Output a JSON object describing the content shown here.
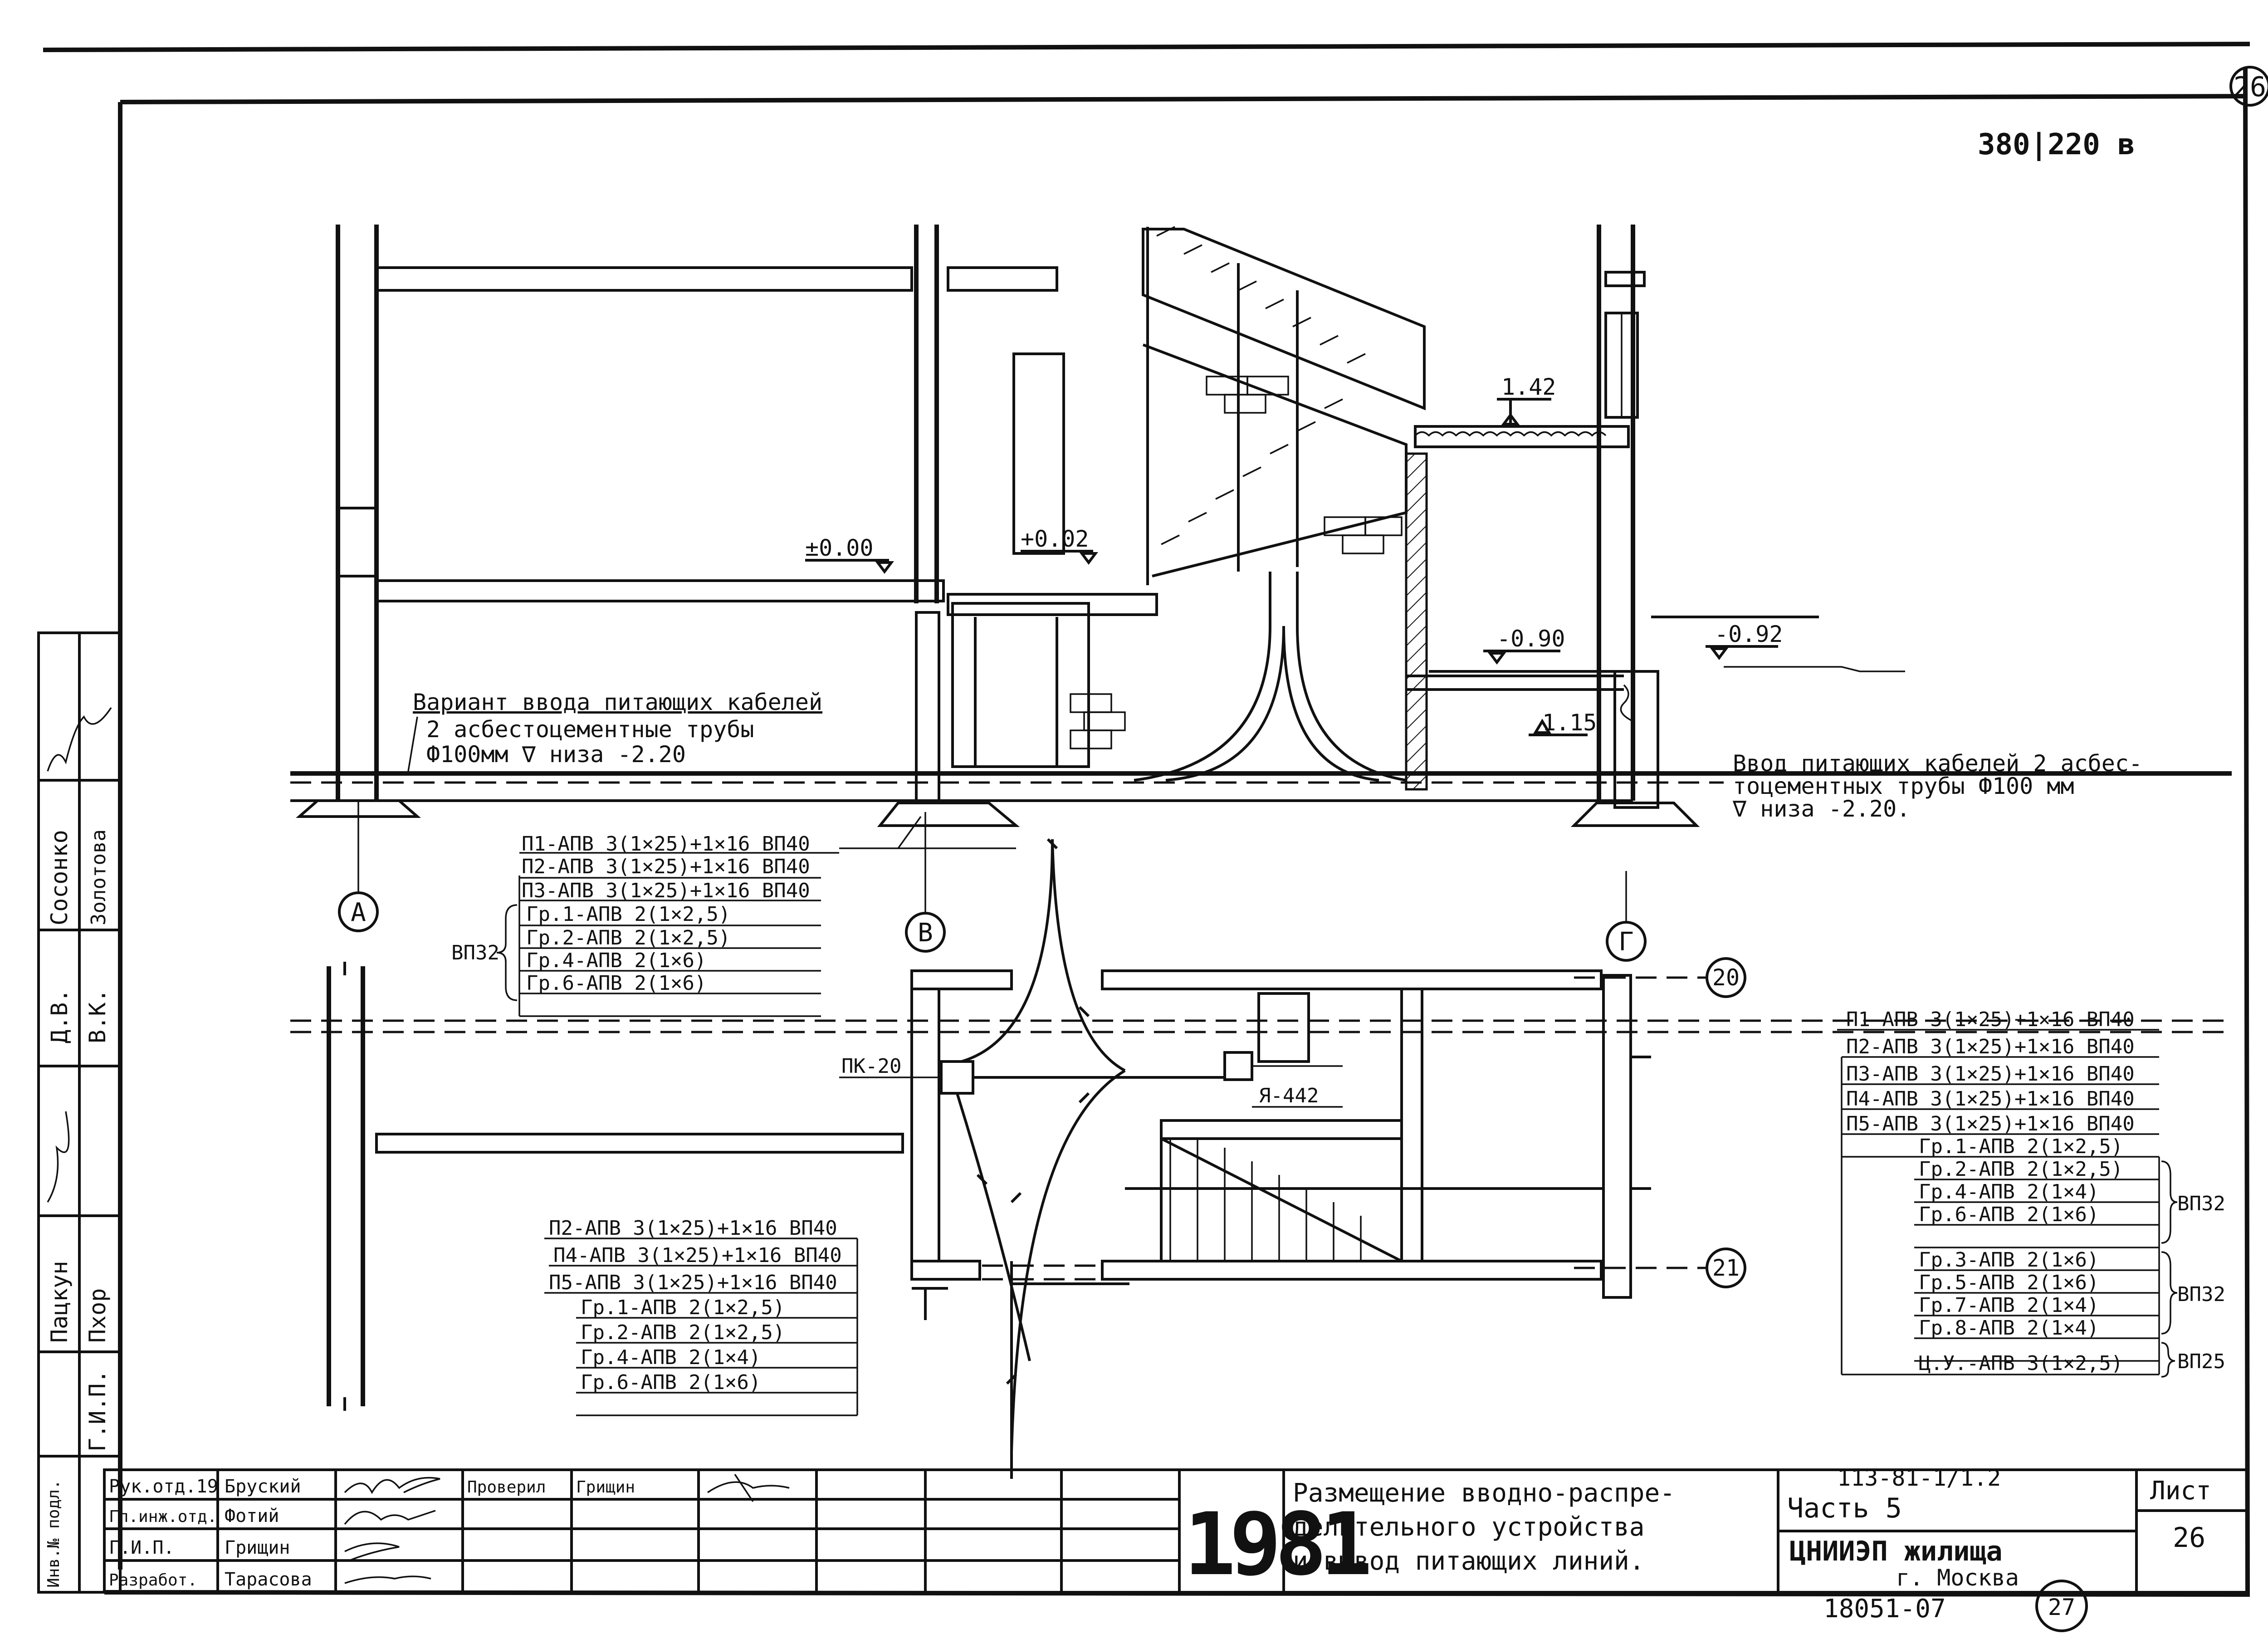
{
  "sheet_circle_number": "26",
  "voltage": "380|220 в",
  "levels": {
    "l000": "±0.00",
    "l002": "+0.02",
    "l142": "1.42",
    "l090": "-0.90",
    "l092": "-0.92",
    "l115": "1.15"
  },
  "axes": {
    "a": "А",
    "v": "В",
    "g": "Г",
    "n20": "20",
    "n21": "21"
  },
  "variant_note": [
    "Вариант ввода питающих кабелей",
    "2 асбестоцементные трубы",
    "Ф100мм ∇ низа -2.20"
  ],
  "input_note": [
    "Ввод питающих кабелей 2 асбес-",
    "тоцементных трубы Ф100 мм",
    "∇ низа -2.20."
  ],
  "section_cables": [
    "П1-АПВ 3(1×25)+1×16 ВП40",
    "П2-АПВ 3(1×25)+1×16 ВП40",
    "П3-АПВ 3(1×25)+1×16 ВП40"
  ],
  "section_groups": [
    "Гр.1-АПВ 2(1×2,5)",
    "Гр.2-АПВ 2(1×2,5)",
    "Гр.4-АПВ 2(1×6)",
    "Гр.6-АПВ 2(1×6)"
  ],
  "section_group_tag": "ВП32",
  "plan_left_cables": [
    "П2-АПВ 3(1×25)+1×16 ВП40",
    "П4-АПВ 3(1×25)+1×16 ВП40",
    "П5-АПВ 3(1×25)+1×16 ВП40"
  ],
  "plan_left_groups": [
    "Гр.1-АПВ 2(1×2,5)",
    "Гр.2-АПВ 2(1×2,5)",
    "Гр.4-АПВ 2(1×4)",
    "Гр.6-АПВ 2(1×6)"
  ],
  "plan_right_cables": [
    "П1-АПВ 3(1×25)+1×16 ВП40",
    "П2-АПВ 3(1×25)+1×16 ВП40",
    "П3-АПВ 3(1×25)+1×16 ВП40",
    "П4-АПВ 3(1×25)+1×16 ВП40",
    "П5-АПВ 3(1×25)+1×16 ВП40"
  ],
  "plan_right_groups_a": [
    "Гр.1-АПВ 2(1×2,5)",
    "Гр.2-АПВ 2(1×2,5)",
    "Гр.4-АПВ 2(1×4)",
    "Гр.6-АПВ 2(1×6)"
  ],
  "plan_right_groups_b": [
    "Гр.3-АПВ 2(1×6)",
    "Гр.5-АПВ 2(1×6)",
    "Гр.7-АПВ 2(1×4)",
    "Гр.8-АПВ 2(1×4)"
  ],
  "plan_right_group_c": "Ц.У.-АПВ 3(1×2,5)",
  "tag_vp32": "ВП32",
  "tag_vp25": "ВП25",
  "pk_label": "ПК-20",
  "ya_label": "Я-442",
  "side_stamp": [
    "Д.В.",
    "Сосонко",
    "В.К.",
    "Золотова"
  ],
  "side_stamp2": [
    "Пацкун",
    "Пхор"
  ],
  "side_stamp3": [
    "Инв.№ подл.",
    "Г.И.П."
  ],
  "title_block": {
    "staff": [
      {
        "role": "Рук.отд.19",
        "name": "Бруский"
      },
      {
        "role": "Гл.инж.отд.",
        "name": "Фотий"
      },
      {
        "role": "Г.И.П.",
        "name": "Грищин"
      },
      {
        "role": "Разработ.",
        "name": "Тарасова"
      }
    ],
    "checked_role": "Проверил",
    "checked_name": "Грищин",
    "year": "1981",
    "title_lines": [
      "Размещение вводно-распре-",
      "делительного устройства",
      "и вывод питающих линий."
    ],
    "doc_code": "113-81-1/1.2",
    "part": "Часть 5",
    "org": "ЦНИИЭП жилища",
    "city": "г. Москва",
    "sheet_label": "Лист",
    "sheet_no": "26",
    "bottom_code": "18051-07",
    "bottom_circle": "27"
  }
}
